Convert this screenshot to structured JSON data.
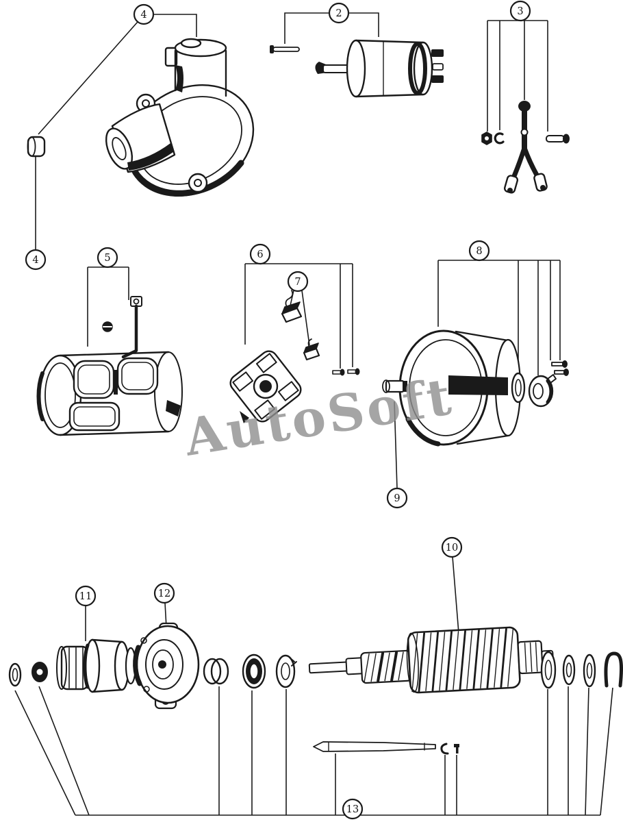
{
  "diagram": {
    "watermark": "AutoSoft",
    "background_color": "#ffffff",
    "line_color": "#1a1a1a",
    "watermark_color": "#8f8f8f",
    "callouts": {
      "c4_top": {
        "label": "4"
      },
      "c2": {
        "label": "2"
      },
      "c3": {
        "label": "3"
      },
      "c4_left": {
        "label": "4"
      },
      "c5": {
        "label": "5"
      },
      "c6": {
        "label": "6"
      },
      "c7": {
        "label": "7"
      },
      "c8": {
        "label": "8"
      },
      "c9": {
        "label": "9"
      },
      "c10": {
        "label": "10"
      },
      "c11": {
        "label": "11"
      },
      "c12": {
        "label": "12"
      },
      "c13": {
        "label": "13"
      }
    }
  }
}
